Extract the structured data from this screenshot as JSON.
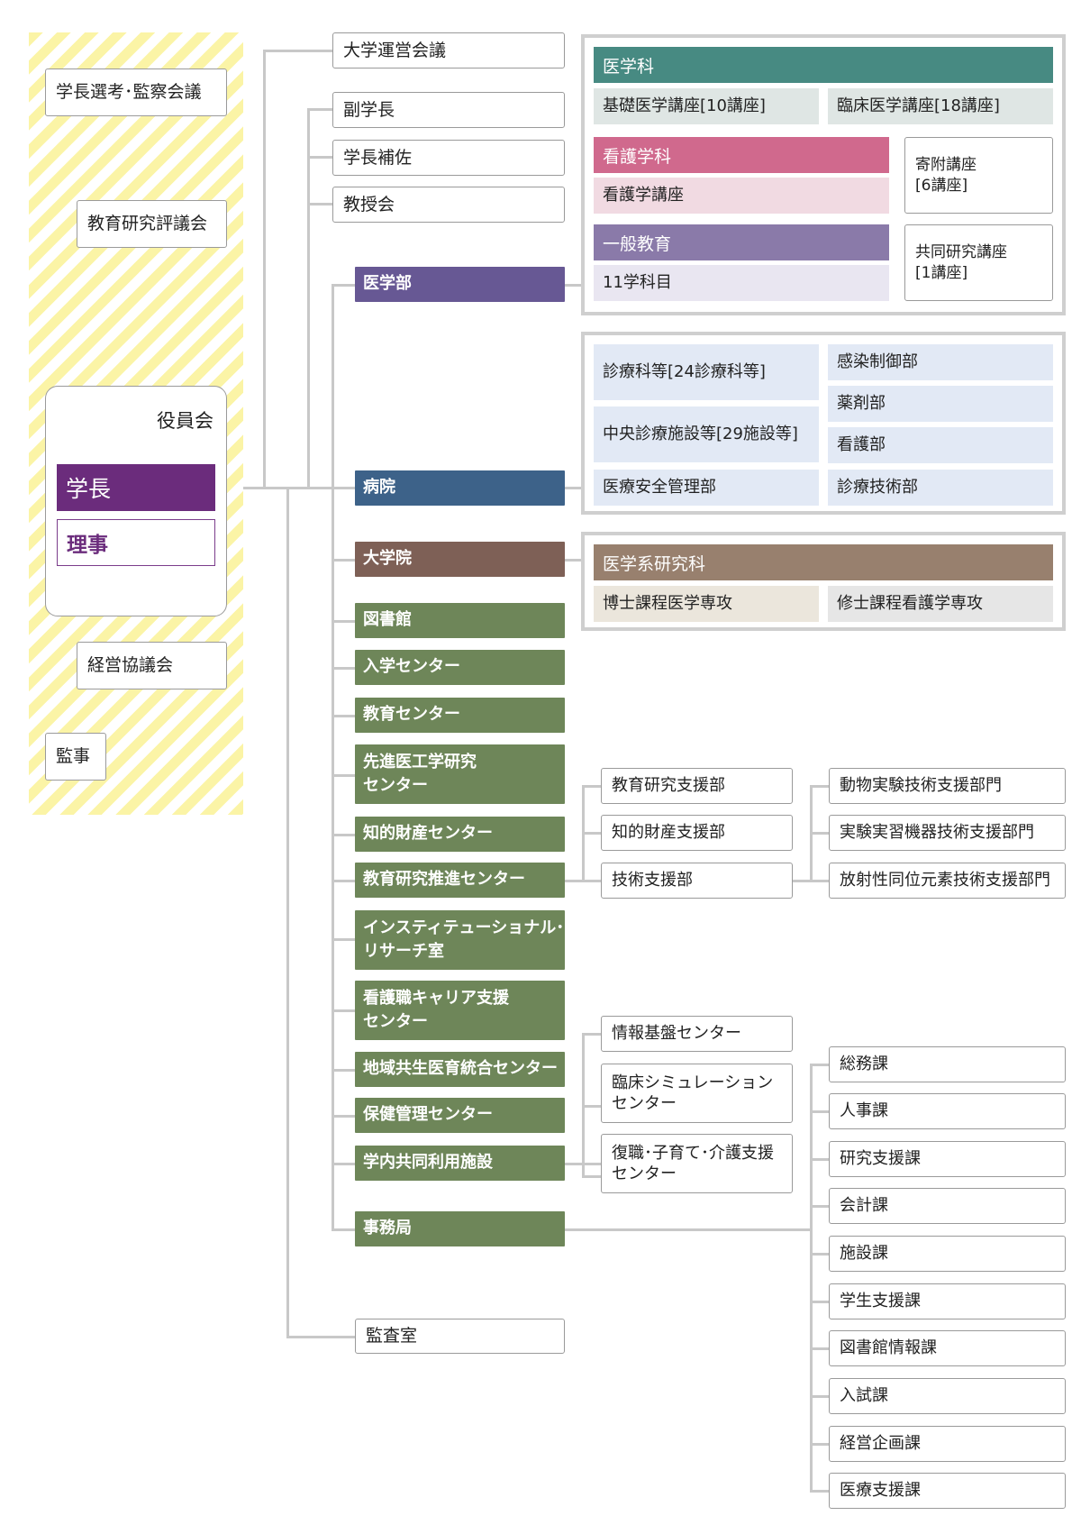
{
  "governance": {
    "selection_council": "学長選考･監察会議",
    "education_research_council": "教育研究評議会",
    "board_label": "役員会",
    "president": "学長",
    "directors": "理事",
    "management_council": "経営協議会",
    "auditor": "監事"
  },
  "top_units": {
    "university_council": "大学運営会議",
    "vice_president": "副学長",
    "president_assistant": "学長補佐",
    "faculty_meeting": "教授会"
  },
  "faculty": {
    "label": "医学部",
    "medicine": {
      "header": "医学科",
      "basic": "基礎医学講座[10講座]",
      "clinical": "臨床医学講座[18講座]"
    },
    "nursing": {
      "header": "看護学科",
      "course": "看護学講座"
    },
    "general": {
      "header": "一般教育",
      "subjects": "11学科目"
    },
    "endowed": {
      "line1": "寄附講座",
      "line2": "[6講座]"
    },
    "joint": {
      "line1": "共同研究講座",
      "line2": "[1講座]"
    }
  },
  "hospital": {
    "label": "病院",
    "clinical_depts": "診療科等[24診療科等]",
    "central_facilities": "中央診療施設等[29施設等]",
    "safety": "医療安全管理部",
    "infection": "感染制御部",
    "pharmacy": "薬剤部",
    "nursing": "看護部",
    "technology": "診療技術部"
  },
  "graduate": {
    "label": "大学院",
    "header": "医学系研究科",
    "doctoral": "博士課程医学専攻",
    "masters": "修士課程看護学専攻"
  },
  "centers": {
    "library": "図書館",
    "admission": "入学センター",
    "education": "教育センター",
    "advanced_l1": "先進医工学研究",
    "advanced_l2": "センター",
    "ip": "知的財産センター",
    "promotion": "教育研究推進センター",
    "ir_l1": "インスティテューショナル･",
    "ir_l2": "リサーチ室",
    "career_l1": "看護職キャリア支援",
    "career_l2": "センター",
    "community": "地域共生医育統合センター",
    "health": "保健管理センター",
    "shared": "学内共同利用施設",
    "secretariat": "事務局",
    "audit": "監査室"
  },
  "promotion_sub": {
    "edu_support": "教育研究支援部",
    "ip_support": "知的財産支援部",
    "tech_support": "技術支援部",
    "animal": "動物実験技術支援部門",
    "equipment": "実験実習機器技術支援部門",
    "radioisotope": "放射性同位元素技術支援部門"
  },
  "shared_sub": {
    "info": "情報基盤センター",
    "sim_l1": "臨床シミュレーション",
    "sim_l2": "センター",
    "return_l1": "復職･子育て･介護支援",
    "return_l2": "センター"
  },
  "sections": [
    "総務課",
    "人事課",
    "研究支援課",
    "会計課",
    "施設課",
    "学生支援課",
    "図書館情報課",
    "入試課",
    "経営企画課",
    "医療支援課"
  ],
  "colors": {
    "president": "#6b2c7c",
    "faculty": "#675894",
    "hospital": "#3d6289",
    "graduate": "#7e6056",
    "centers": "#6e8659",
    "medicine": "#478a82",
    "nursing": "#d0698d",
    "general": "#8a7aa9",
    "research": "#98806e"
  }
}
